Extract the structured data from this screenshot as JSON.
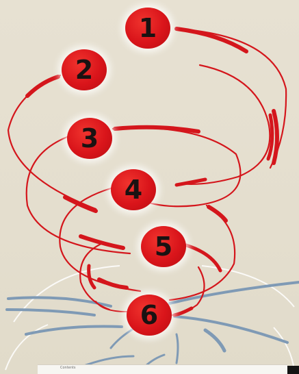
{
  "diagram": {
    "steps": [
      {
        "label": "1"
      },
      {
        "label": "2"
      },
      {
        "label": "3"
      },
      {
        "label": "4"
      },
      {
        "label": "5"
      },
      {
        "label": "6"
      }
    ]
  },
  "caption": {
    "text": "Contents"
  },
  "colors": {
    "background": "#e6e0d0",
    "spiral": "#d4161c",
    "marker_fill": "#d9141a",
    "marker_text": "#1a1212",
    "ground_lines": "#7f9ab5"
  }
}
